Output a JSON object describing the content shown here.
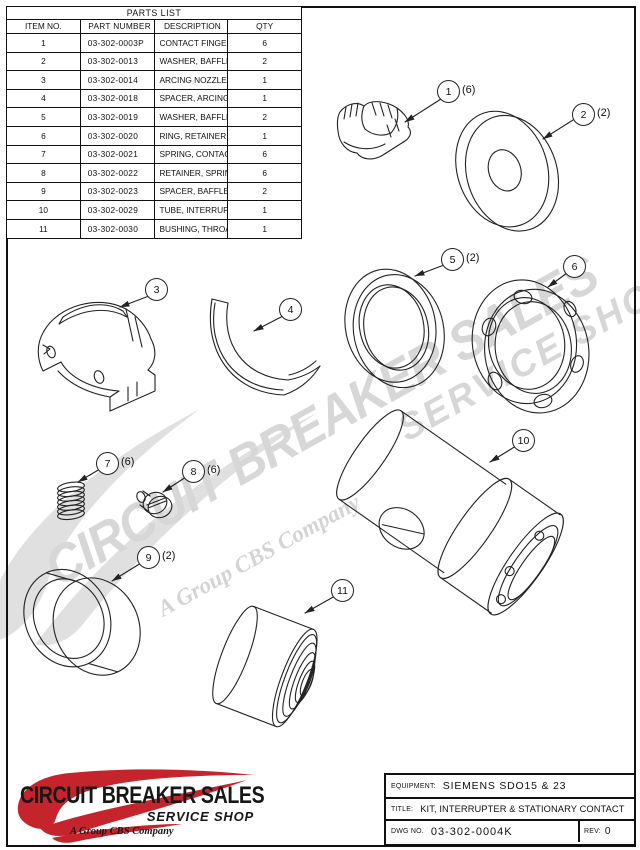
{
  "parts_table": {
    "title": "PARTS LIST",
    "columns": [
      "ITEM NO.",
      "PART NUMBER",
      "DESCRIPTION",
      "QTY"
    ],
    "rows": [
      {
        "item": "1",
        "part": "03-302-0003P",
        "desc": "CONTACT FINGER ASSEMBLY, STATIONARY",
        "qty": "6"
      },
      {
        "item": "2",
        "part": "03-302-0013",
        "desc": "WASHER, BAFFLE",
        "qty": "2"
      },
      {
        "item": "3",
        "part": "03-302-0014",
        "desc": "ARCING NOZZLE, UPPER",
        "qty": "1"
      },
      {
        "item": "4",
        "part": "03-302-0018",
        "desc": "SPACER, ARCING NOZZLE",
        "qty": "1"
      },
      {
        "item": "5",
        "part": "03-302-0019",
        "desc": "WASHER, BAFFLE",
        "qty": "2"
      },
      {
        "item": "6",
        "part": "03-302-0020",
        "desc": "RING, RETAINER",
        "qty": "1"
      },
      {
        "item": "7",
        "part": "03-302-0021",
        "desc": "SPRING, CONTACT",
        "qty": "6"
      },
      {
        "item": "8",
        "part": "03-302-0022",
        "desc": "RETAINER, SPRING",
        "qty": "6"
      },
      {
        "item": "9",
        "part": "03-302-0023",
        "desc": "SPACER, BAFFLE",
        "qty": "2"
      },
      {
        "item": "10",
        "part": "03-302-0029",
        "desc": "TUBE, INTERRUPTER",
        "qty": "1"
      },
      {
        "item": "11",
        "part": "03-302-0030",
        "desc": "BUSHING, THROAT",
        "qty": "1"
      }
    ]
  },
  "callouts": [
    {
      "num": "1",
      "qty": "(6)"
    },
    {
      "num": "2",
      "qty": "(2)"
    },
    {
      "num": "3",
      "qty": ""
    },
    {
      "num": "4",
      "qty": ""
    },
    {
      "num": "5",
      "qty": "(2)"
    },
    {
      "num": "6",
      "qty": ""
    },
    {
      "num": "7",
      "qty": "(6)"
    },
    {
      "num": "8",
      "qty": "(6)"
    },
    {
      "num": "9",
      "qty": "(2)"
    },
    {
      "num": "10",
      "qty": ""
    },
    {
      "num": "11",
      "qty": ""
    }
  ],
  "watermark": {
    "line1": "CIRCUIT BREAKER SALES",
    "line2": "SERVICE SHOP",
    "line3": "A Group CBS Company"
  },
  "logo": {
    "name": "CIRCUIT BREAKER SALES",
    "tagline": "SERVICE SHOP",
    "subtitle": "A Group CBS Company",
    "accent": "#c5242c"
  },
  "title_block": {
    "equipment_label": "EQUIPMENT:",
    "equipment": "SIEMENS SDO15 & 23",
    "title_label": "TITLE:",
    "title": "KIT, INTERRUPTER & STATIONARY CONTACT",
    "dwg_label": "DWG NO.",
    "dwg_no": "03-302-0004K",
    "rev_label": "REV:",
    "rev": "0"
  }
}
